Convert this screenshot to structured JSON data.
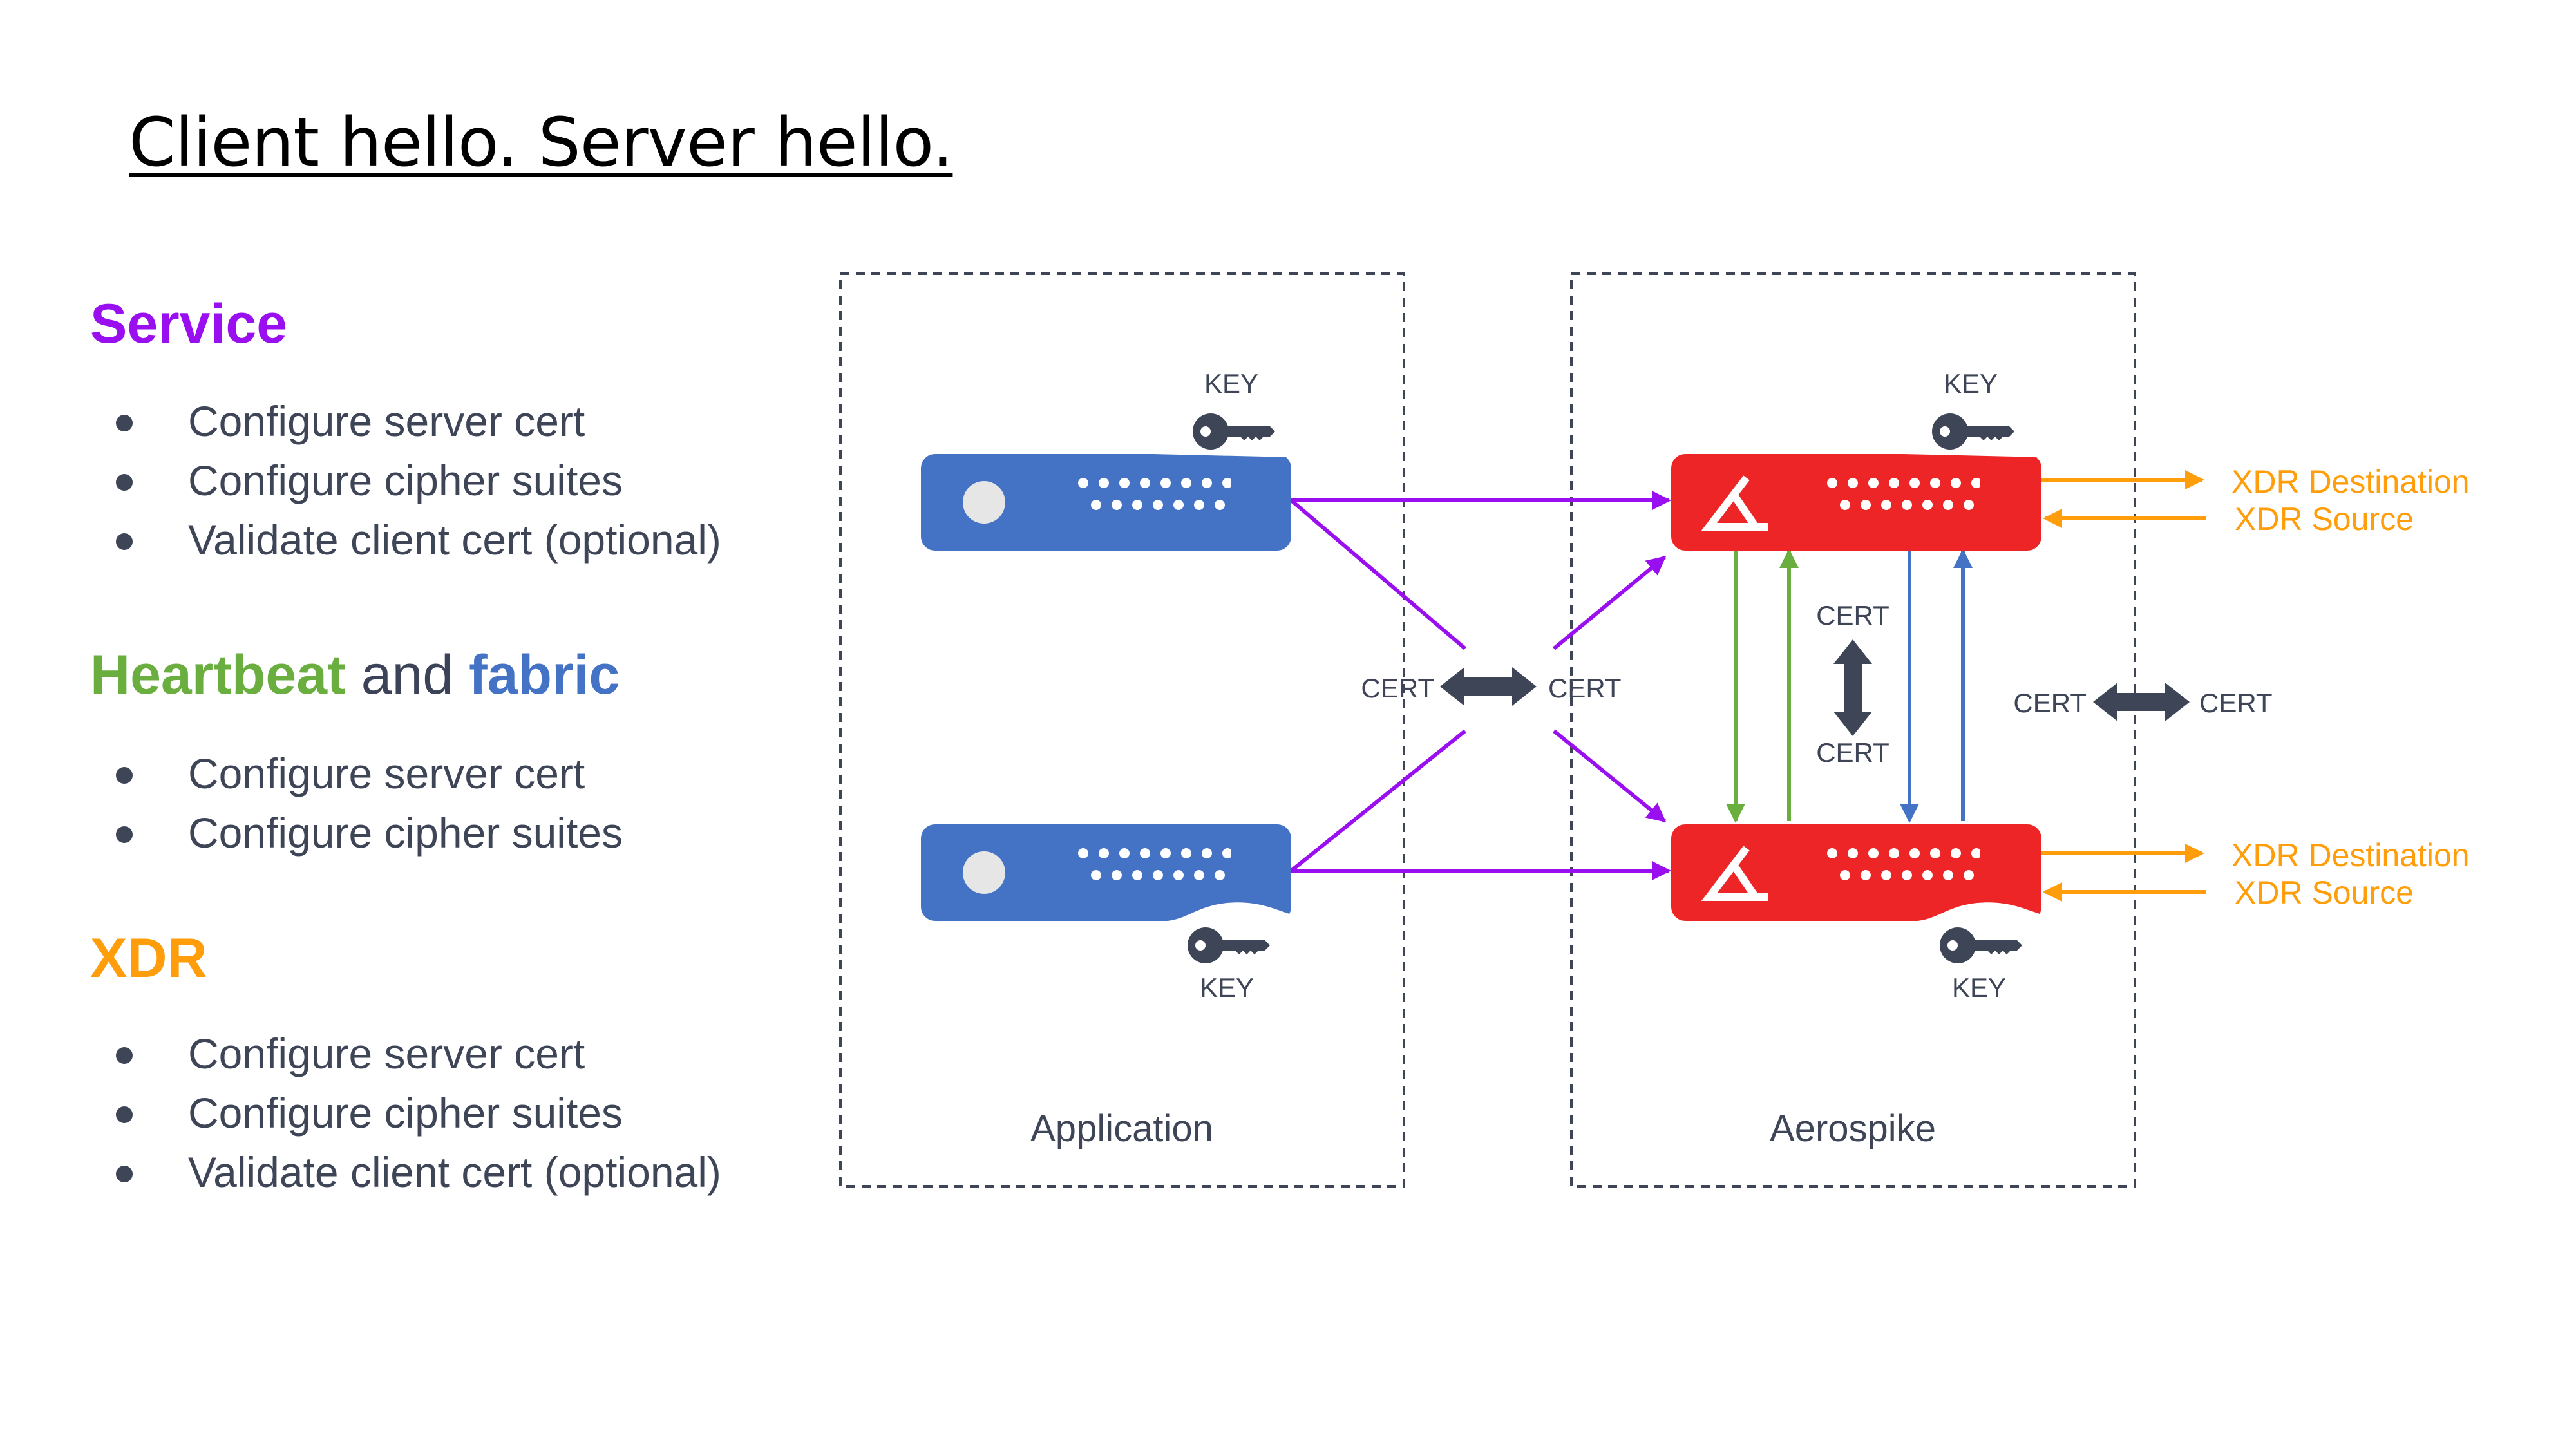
{
  "title": "Client hello. Server hello.",
  "sections": {
    "service": {
      "heading": "Service",
      "items": [
        "Configure server cert",
        "Configure cipher suites",
        "Validate client cert (optional)"
      ]
    },
    "heartbeat": {
      "heading_a": "Heartbeat",
      "heading_and": "and",
      "heading_b": "fabric",
      "items": [
        "Configure server cert",
        "Configure cipher suites"
      ]
    },
    "xdr": {
      "heading": "XDR",
      "items": [
        "Configure server cert",
        "Configure cipher suites",
        "Validate client cert (optional)"
      ]
    }
  },
  "diagram": {
    "app_box_label": "Application",
    "aerospike_box_label": "Aerospike",
    "key_label": "KEY",
    "cert_label": "CERT",
    "xdr_destination": "XDR Destination",
    "xdr_source": "XDR Source",
    "colors": {
      "service": "#9a0ff0",
      "heartbeat": "#6aae3f",
      "fabric": "#4472c4",
      "xdr": "#ff9d0a",
      "app_server": "#4472c4",
      "aerospike_server": "#ee2526",
      "dark": "#3e4557"
    }
  }
}
